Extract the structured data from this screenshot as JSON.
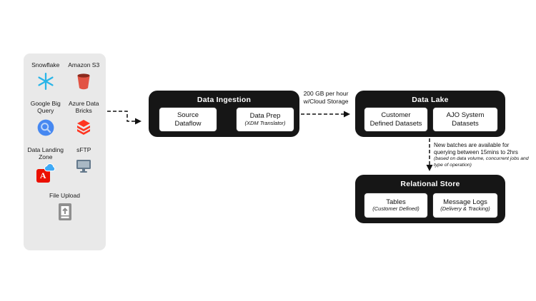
{
  "page": {
    "background": "#ffffff"
  },
  "sources": {
    "items": [
      {
        "label": "Snowflake",
        "icon": "snowflake-icon",
        "color": "#29b5e8"
      },
      {
        "label": "Amazon S3",
        "icon": "amazon-s3-icon",
        "color": "#e25444"
      },
      {
        "label": "Google Big Query",
        "icon": "bigquery-icon",
        "color": "#4688f1"
      },
      {
        "label": "Azure Data Bricks",
        "icon": "databricks-icon",
        "color": "#ff3621"
      },
      {
        "label": "Data Landing Zone",
        "icon": "data-landing-zone-icon",
        "color": "#eb1000"
      },
      {
        "label": "sFTP",
        "icon": "sftp-icon",
        "color": "#64798c"
      },
      {
        "label": "File Upload",
        "icon": "file-upload-icon",
        "color": "#8f8f8f"
      }
    ]
  },
  "ingestion": {
    "title": "Data Ingestion",
    "nodes": [
      {
        "line1": "Source",
        "line2": "Dataflow"
      },
      {
        "line1": "Data Prep",
        "line2": "(XDM Translator)"
      }
    ]
  },
  "data_lake": {
    "title": "Data Lake",
    "nodes": [
      {
        "line1": "Customer",
        "line2": "Defined Datasets"
      },
      {
        "line1": "AJO System",
        "line2": "Datasets"
      }
    ]
  },
  "relational_store": {
    "title": "Relational Store",
    "nodes": [
      {
        "line1": "Tables",
        "line2": "(Customer Defined)"
      },
      {
        "line1": "Message Logs",
        "line2": "(Delivery & Tracking)"
      }
    ]
  },
  "labels": {
    "throughput": {
      "line1": "200 GB per hour",
      "line2": "w/Cloud Storage"
    },
    "batch_note": {
      "line1": "New batches are available for",
      "line2": "querying between 15mins to 2hrs",
      "line3": "(based on data volume, concurrent jobs and",
      "line4": "type of operation)"
    },
    "adobe_mark": "A"
  }
}
